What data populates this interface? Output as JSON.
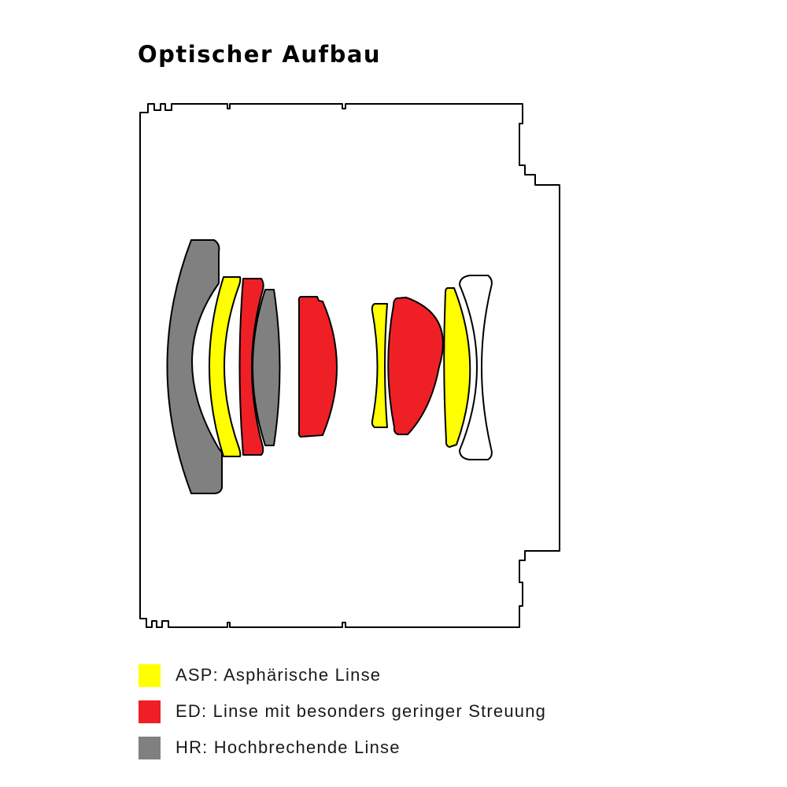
{
  "title": "Optischer Aufbau",
  "colors": {
    "asp": "#ffff00",
    "ed": "#ee2025",
    "hr": "#808080",
    "outline": "#000000"
  },
  "legend": [
    {
      "key": "asp",
      "label": "ASP: Asphärische Linse"
    },
    {
      "key": "ed",
      "label": "ED: Linse mit besonders geringer Streuung"
    },
    {
      "key": "hr",
      "label": "HR: Hochbrechende Linse"
    }
  ],
  "lens_elements": [
    {
      "id": 1,
      "type": "hr"
    },
    {
      "id": 2,
      "type": "asp"
    },
    {
      "id": 3,
      "type": "ed"
    },
    {
      "id": 4,
      "type": "hr"
    },
    {
      "id": 5,
      "type": "ed"
    },
    {
      "id": 6,
      "type": "asp"
    },
    {
      "id": 7,
      "type": "ed"
    },
    {
      "id": 8,
      "type": "asp"
    },
    {
      "id": 9,
      "type": "none"
    }
  ]
}
